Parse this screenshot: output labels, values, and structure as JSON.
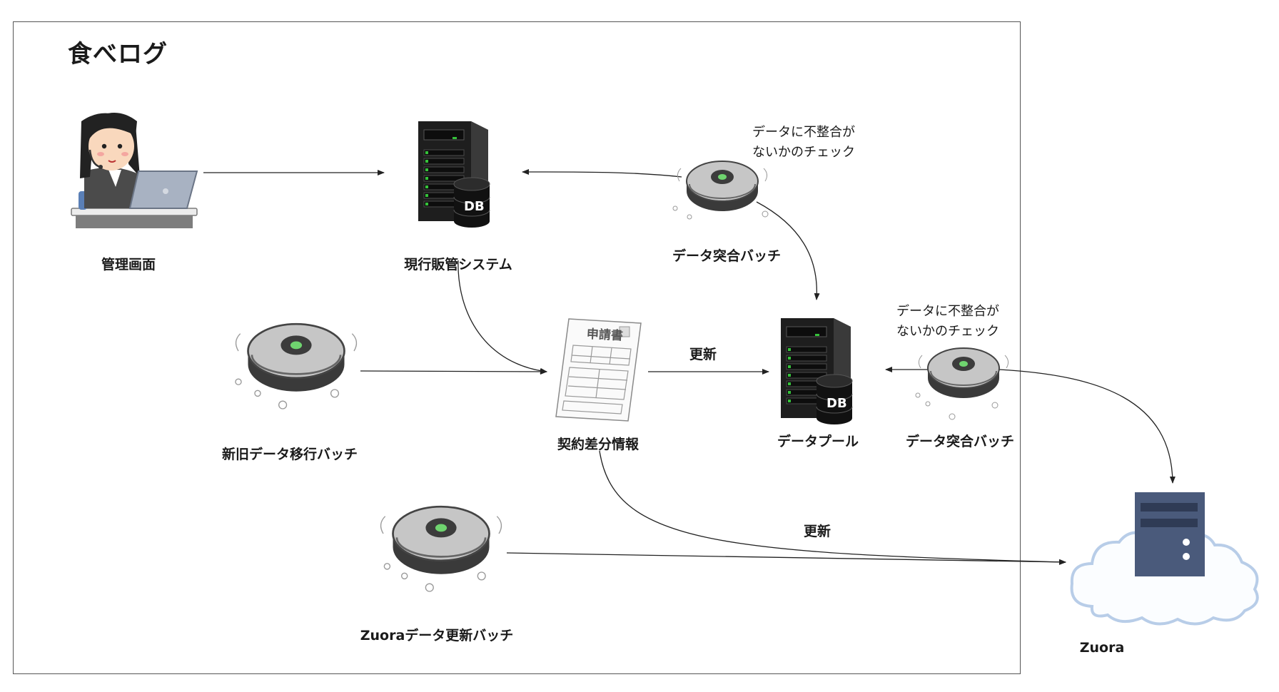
{
  "frame": {
    "title": "食べログ"
  },
  "nodes": {
    "admin": {
      "label": "管理画面"
    },
    "current_system": {
      "label": "現行販管システム",
      "db_badge": "DB"
    },
    "reconcile_batch_top": {
      "label": "データ突合バッチ",
      "note_line1": "データに不整合が",
      "note_line2": "ないかのチェック"
    },
    "migration_batch": {
      "label": "新旧データ移行バッチ"
    },
    "contract_diff": {
      "label": "契約差分情報",
      "doc_title": "申請書"
    },
    "data_pool": {
      "label": "データプール",
      "db_badge": "DB"
    },
    "reconcile_batch_right": {
      "label": "データ突合バッチ",
      "note_line1": "データに不整合が",
      "note_line2": "ないかのチェック"
    },
    "zuora_batch": {
      "label": "Zuoraデータ更新バッチ"
    },
    "zuora": {
      "label": "Zuora"
    }
  },
  "edges": {
    "diff_to_pool": {
      "label": "更新"
    },
    "diff_to_zuora": {
      "label": "更新"
    }
  }
}
